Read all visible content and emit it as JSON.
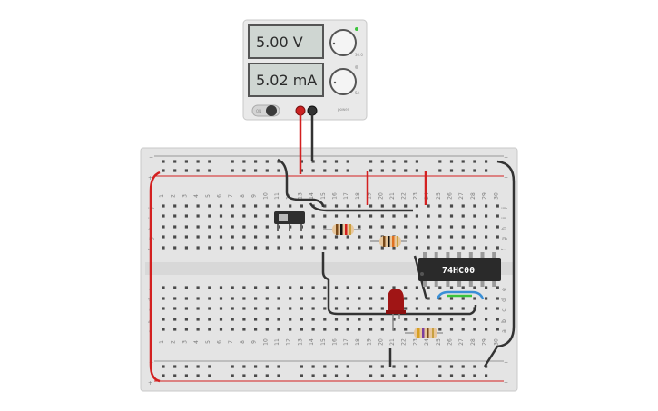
{
  "power_supply": {
    "voltage_reading": "5.00 V",
    "current_reading": "5.02 mA",
    "switch_label": "ON"
  },
  "chip": {
    "label": "74HC00"
  },
  "breadboard": {
    "columns": [
      "1",
      "2",
      "3",
      "4",
      "5",
      "6",
      "7",
      "8",
      "9",
      "10",
      "11",
      "12",
      "13",
      "14",
      "15",
      "16",
      "17",
      "18",
      "19",
      "20",
      "21",
      "22",
      "23",
      "24",
      "25",
      "26",
      "27",
      "28",
      "29",
      "30"
    ],
    "rows_top": [
      "j",
      "i",
      "h",
      "g",
      "f"
    ],
    "rows_bottom": [
      "e",
      "d",
      "c",
      "b",
      "a"
    ],
    "rail_plus": "+",
    "rail_minus": "−"
  },
  "colors": {
    "board": "#e6e6e6",
    "rail_red": "#d32020",
    "wire_black": "#333333",
    "wire_blue": "#3a8fd6",
    "wire_green": "#3cc43c",
    "led_red": "#a01515",
    "chip_body": "#2a2a2a"
  }
}
